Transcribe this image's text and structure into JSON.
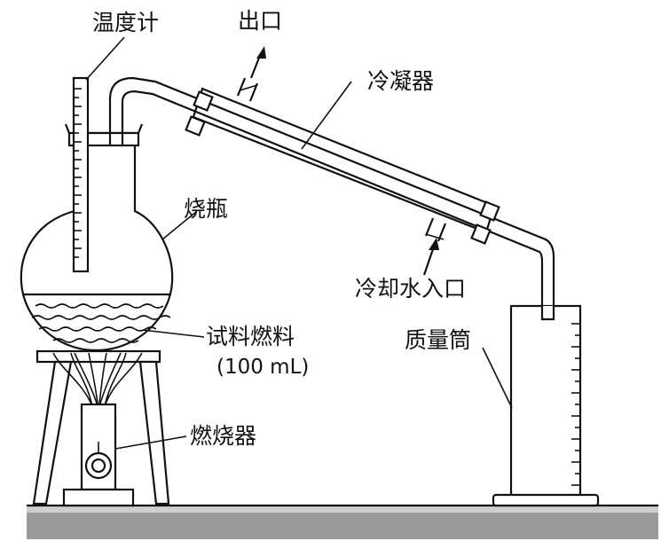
{
  "labels": {
    "thermometer": "温度计",
    "outlet": "出口",
    "condenser": "冷凝器",
    "flask": "烧瓶",
    "coolant_inlet": "冷却水入口",
    "sample_fuel": "试料燃料",
    "sample_volume": "(100 mL)",
    "cylinder": "质量筒",
    "burner": "燃烧器"
  },
  "colors": {
    "line": "#111111",
    "ground": "#9a9a9a",
    "liquid_wave": "#222222"
  }
}
